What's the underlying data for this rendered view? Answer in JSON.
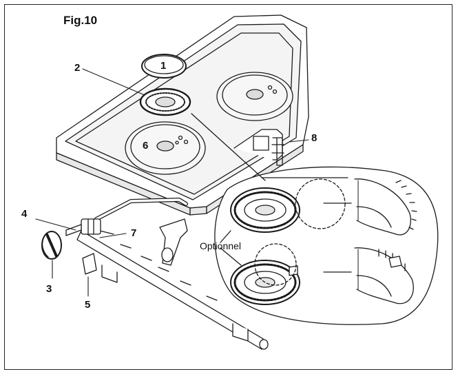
{
  "figure": {
    "title": "Fig.10",
    "optional_label": "Optionnel",
    "callouts": [
      "1",
      "2",
      "3",
      "4",
      "5",
      "6",
      "7",
      "8"
    ]
  },
  "colors": {
    "line": "#1a1a1a",
    "background": "#ffffff",
    "shade": "#d9d9d9"
  }
}
